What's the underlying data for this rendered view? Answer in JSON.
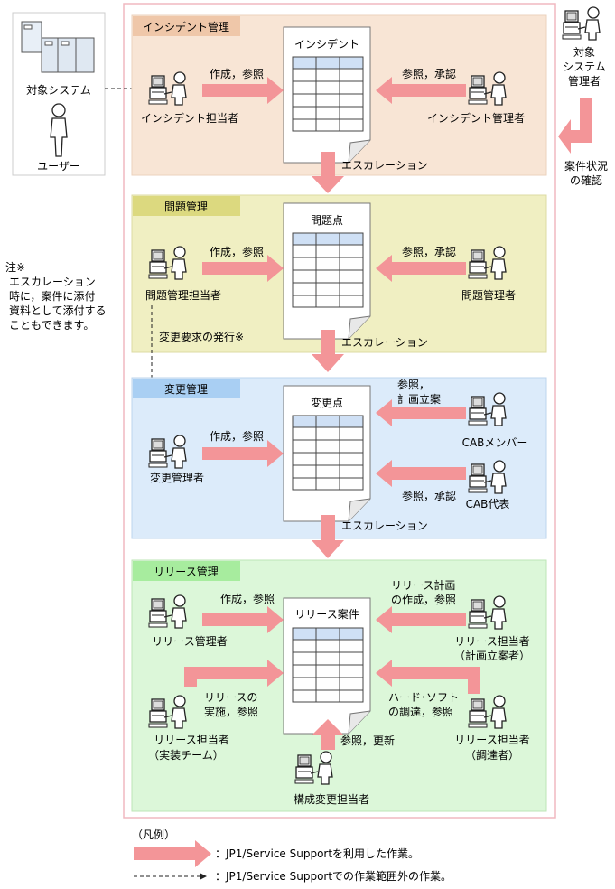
{
  "colors": {
    "incident_bg": "#f8e5d5",
    "incident_tab": "#efc7a9",
    "problem_bg": "#f0efc2",
    "problem_tab": "#dcd97f",
    "change_bg": "#dcebfa",
    "change_tab": "#a9cff3",
    "release_bg": "#dcf7d9",
    "release_tab": "#a7ec9e",
    "arrow_fill": "#f39598",
    "outer_border": "#f0b9c0"
  },
  "outside": {
    "target_system": "対象システム",
    "user": "ユーザー",
    "admin_lines": [
      "対象",
      "システム",
      "管理者"
    ],
    "case_status_lines": [
      "案件状況",
      "の確認"
    ]
  },
  "note": {
    "title": "注※",
    "lines": [
      "エスカレーション",
      "時に，案件に添付",
      "資料として添付する",
      "こともできます。"
    ]
  },
  "sections": {
    "incident": {
      "tab": "インシデント管理",
      "doc": "インシデント",
      "left_person": "インシデント担当者",
      "left_action": "作成，参照",
      "right_person": "インシデント管理者",
      "right_action": "参照，承認"
    },
    "problem": {
      "tab": "問題管理",
      "doc": "問題点",
      "left_person": "問題管理担当者",
      "left_action": "作成，参照",
      "right_person": "問題管理者",
      "right_action": "参照，承認",
      "change_request": "変更要求の発行※"
    },
    "change": {
      "tab": "変更管理",
      "doc": "変更点",
      "left_person": "変更管理者",
      "left_action": "作成，参照",
      "right_top_person": "CABメンバー",
      "right_top_action_lines": [
        "参照，",
        "計画立案"
      ],
      "right_bottom_person": "CAB代表",
      "right_bottom_action": "参照，承認"
    },
    "release": {
      "tab": "リリース管理",
      "doc": "リリース案件",
      "tl_person": "リリース管理者",
      "tl_action": "作成，参照",
      "bl_person_lines": [
        "リリース担当者",
        "（実装チーム）"
      ],
      "bl_action_lines": [
        "リリースの",
        "実施，参照"
      ],
      "tr_person_lines": [
        "リリース担当者",
        "（計画立案者）"
      ],
      "tr_action_lines": [
        "リリース計画",
        "の作成，参照"
      ],
      "br_person_lines": [
        "リリース担当者",
        "（調達者）"
      ],
      "br_action_lines": [
        "ハード･ソフト",
        "の調達，参照"
      ],
      "bottom_person": "構成変更担当者",
      "bottom_action": "参照，更新"
    }
  },
  "escalation": "エスカレーション",
  "legend": {
    "title": "（凡例）",
    "solid": "：JP1/Service Supportを利用した作業。",
    "dashed": "：JP1/Service Supportでの作業範囲外の作業。"
  }
}
